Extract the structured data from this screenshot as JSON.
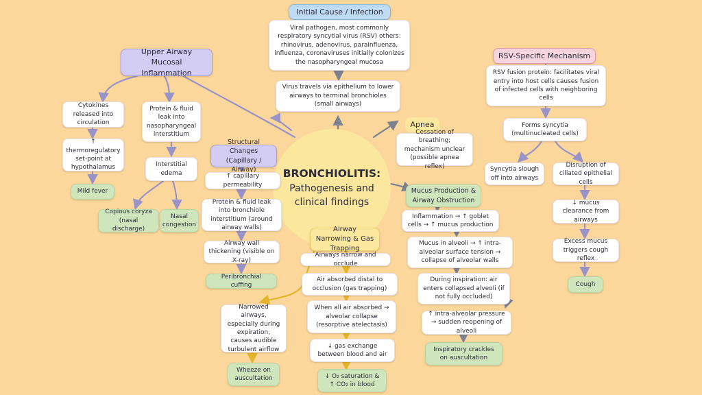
{
  "center": {
    "title": "BRONCHIOLITIS:",
    "subtitle": "Pathogenesis and clinical findings"
  },
  "initial": {
    "header": "Initial Cause / Infection",
    "pathogen": "Viral pathogen, most commonly respiratory syncytial virus (RSV) others: rhinovirus, adenovirus, parainfluenza, influenza, coronaviruses initially colonizes the nasopharyngeal mucosa",
    "travel": "Virus travels via epithelium to lower airways to terminal bronchioles (small airways)"
  },
  "upper": {
    "header": "Upper Airway Mucosal Inflammation",
    "cytokines": "Cytokines released into circulation",
    "setpoint": "↑ thermoregulatory set-point at hypothalamus",
    "fever": "Mild fever",
    "protein_leak": "Protein & fluid leak into nasopharyngeal interstitium",
    "edema": "Interstitial edema",
    "coryza": "Copious coryza (nasal discharge)",
    "congestion": "Nasal congestion"
  },
  "structural": {
    "header": "Structural Changes (Capillary / Airway)",
    "perm": "↑ capillary permeability",
    "leak": "Protein & fluid leak into bronchiole interstitium (around airway walls)",
    "thick": "Airway wall thickening (visible on X-ray)",
    "cuffing": "Peribronchial cuffing"
  },
  "apnea": {
    "header": "Apnea",
    "desc": "Cessation of breathing; mechanism unclear (possible apnea reflex)"
  },
  "narrowing": {
    "header": "Airway Narrowing & Gas Trapping",
    "occlude": "Airways narrow and occlude",
    "absorbed": "Air absorbed distal to occlusion (gas trapping)",
    "collapse": "When all air absorbed → alveolar collapse (resorptive atelectasis)",
    "exchange": "↓ gas exchange between blood and air",
    "o2": "↓ O₂ saturation & ↑ CO₂ in blood",
    "narrowed": "Narrowed airways, especially during expiration, causes audible turbulent airflow",
    "wheeze": "Wheeze on auscultation"
  },
  "mucus": {
    "header": "Mucus Production & Airway Obstruction",
    "inflam": "Inflammation → ↑ goblet cells → ↑ mucus production",
    "alveoli": "Mucus in alveoli → ↑ intra-alveolar surface tension → collapse of alveolar walls",
    "inspiration": "During inspiration: air enters collapsed alveoli (if not fully occluded)",
    "pressure": "↑ intra-alveolar pressure → sudden reopening of alveoli",
    "crackles": "Inspiratory crackles on auscultation"
  },
  "rsv": {
    "header": "RSV-Specific Mechanism",
    "fusion": "RSV fusion protein: facilitates viral entry into host cells causes fusion of infected cells with neighboring cells",
    "syncytia": "Forms syncytia (multinucleated cells)",
    "slough": "Syncytia slough off into airways",
    "cilia": "Disruption of ciliated epithelial cells",
    "clearance": "↓ mucus clearance from airways",
    "excess": "Excess mucus triggers cough reflex",
    "cough": "Cough"
  },
  "colors": {
    "background": "#fbd79c",
    "arrow_purple": "#9a93c8",
    "arrow_gray": "#7d8190",
    "arrow_gold": "#e2b52b"
  }
}
